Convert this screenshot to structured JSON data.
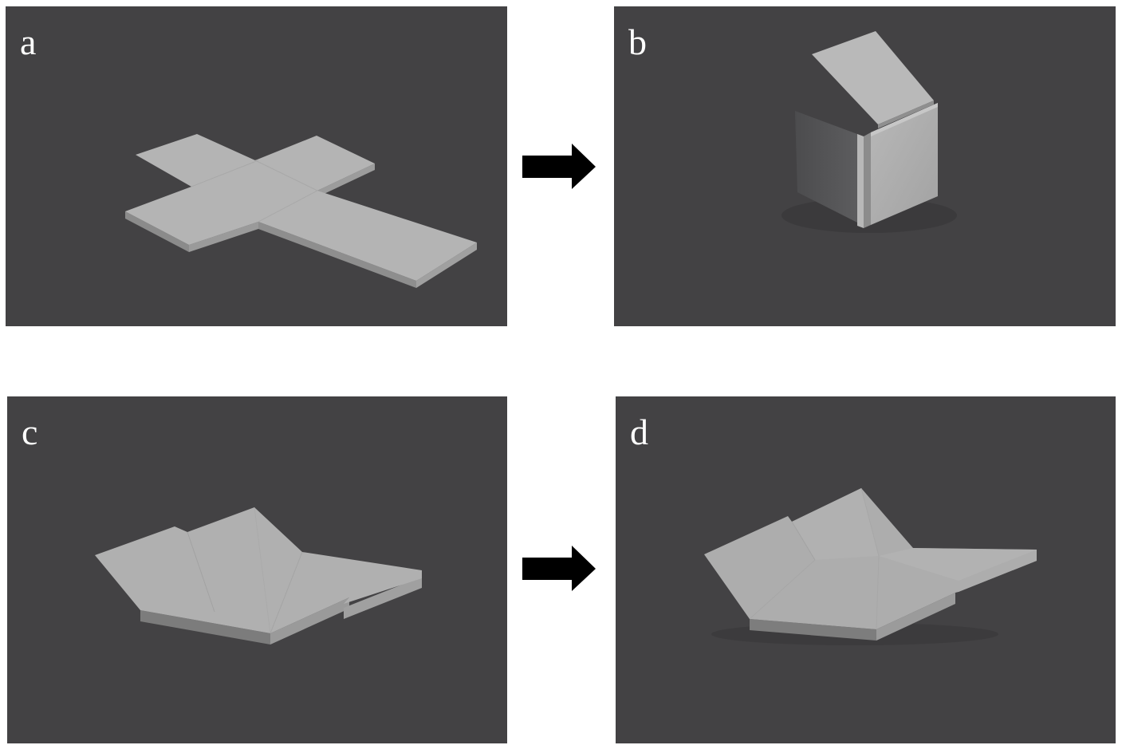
{
  "panels": [
    {
      "id": "a",
      "label": "a",
      "depicts": "flat-cross-net"
    },
    {
      "id": "b",
      "label": "b",
      "depicts": "folded-cube"
    },
    {
      "id": "c",
      "label": "c",
      "depicts": "folded-sheet-before"
    },
    {
      "id": "d",
      "label": "d",
      "depicts": "folded-sheet-after"
    }
  ],
  "arrows": [
    {
      "from": "a",
      "to": "b",
      "icon": "arrow-right-icon"
    },
    {
      "from": "c",
      "to": "d",
      "icon": "arrow-right-icon"
    }
  ],
  "colors": {
    "background": "#434244",
    "surface_top": "#b3b3b3",
    "surface_side": "#8e8e8e",
    "surface_dark": "#5c5c5e",
    "arrow": "#000000",
    "label": "#ffffff"
  }
}
